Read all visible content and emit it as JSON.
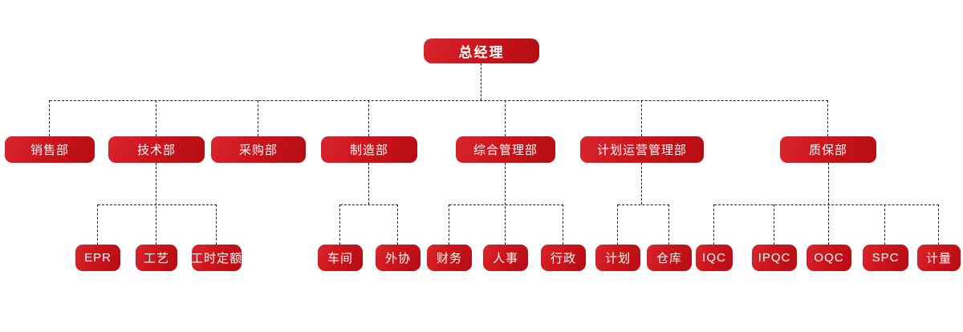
{
  "org": {
    "root": {
      "label": "总经理"
    },
    "departments": [
      {
        "label": "销售部",
        "children": []
      },
      {
        "label": "技术部",
        "children": [
          "EPR",
          "工艺",
          "工时定额"
        ]
      },
      {
        "label": "采购部",
        "children": []
      },
      {
        "label": "制造部",
        "children": [
          "车间",
          "外协"
        ]
      },
      {
        "label": "综合管理部",
        "children": [
          "财务",
          "人事",
          "行政"
        ]
      },
      {
        "label": "计划运营管理部",
        "children": [
          "计划",
          "仓库"
        ]
      },
      {
        "label": "质保部",
        "children": [
          "IQC",
          "IPQC",
          "OQC",
          "SPC",
          "计量"
        ]
      }
    ],
    "style": {
      "node_color": "#cb141b",
      "node_text_color": "#ffffff",
      "connector_color": "#1a1a1a",
      "background": "#ffffff"
    }
  }
}
